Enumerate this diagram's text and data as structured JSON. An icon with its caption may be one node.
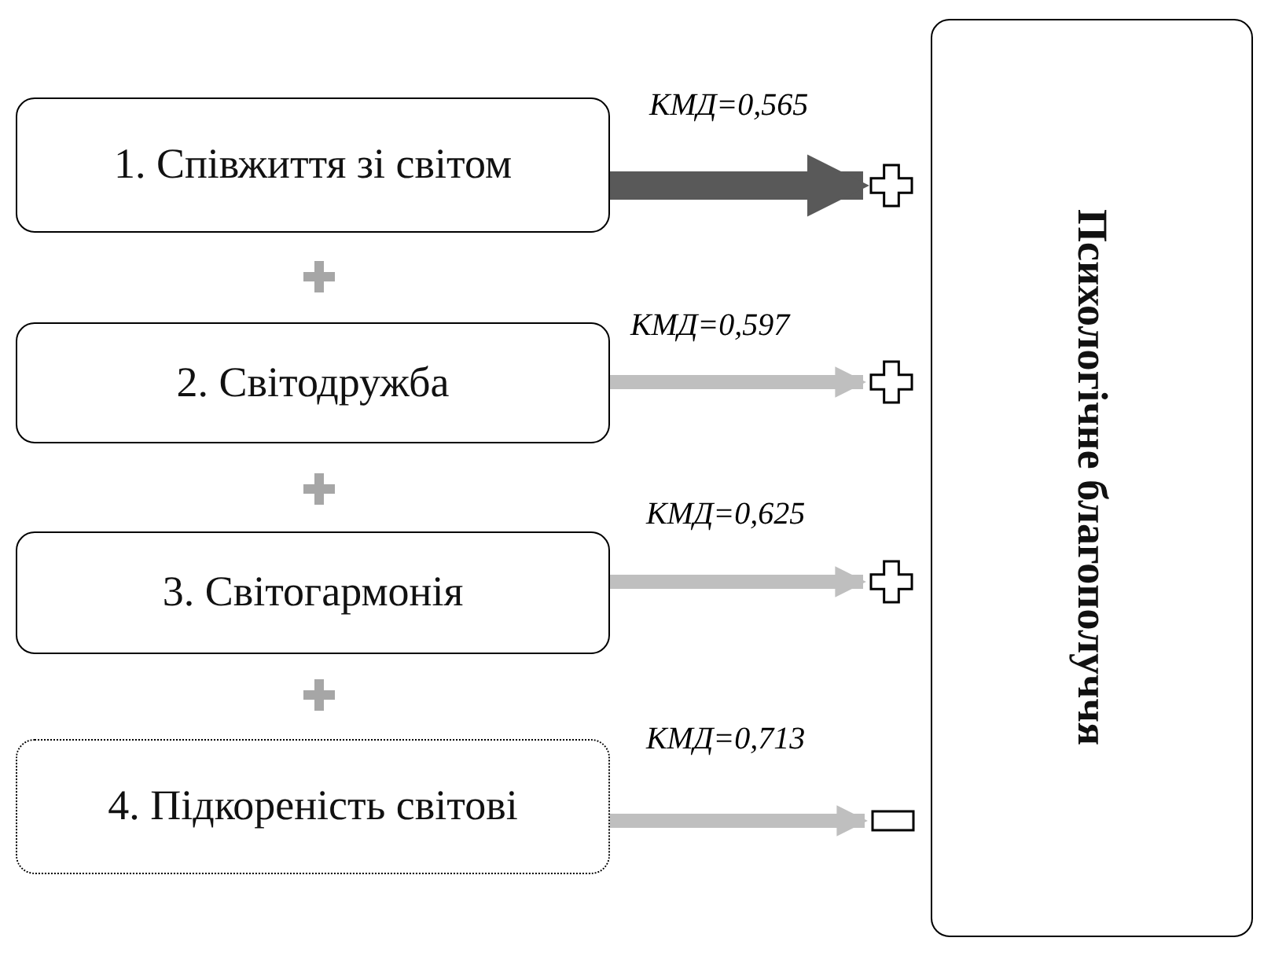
{
  "diagram": {
    "nodes": [
      {
        "text": [
          "1. Співжиття зі світом"
        ]
      },
      {
        "text": [
          "2. Світодружба"
        ]
      },
      {
        "text": [
          "3. Світогармонія"
        ]
      },
      {
        "text": [
          "4. Підкореність світові"
        ]
      },
      {
        "text": [
          "Психологічне благополуччя"
        ]
      },
      {
        "text": [],
        "shape": "cross"
      },
      {
        "text": [],
        "shape": "cross"
      },
      {
        "text": [],
        "shape": "cross"
      },
      {
        "text": [],
        "shape": "bar"
      }
    ],
    "edges": [
      {
        "from": 0,
        "to": 5,
        "arrow": "to",
        "label": "КМД=0,565",
        "style": "thick",
        "color": "#595959"
      },
      {
        "from": 1,
        "to": 6,
        "arrow": "to",
        "label": "КМД=0,597"
      },
      {
        "from": 2,
        "to": 7,
        "arrow": "to",
        "label": "КМД=0,625"
      },
      {
        "from": 3,
        "to": 8,
        "arrow": "to",
        "label": "КМД=0,713"
      }
    ]
  }
}
